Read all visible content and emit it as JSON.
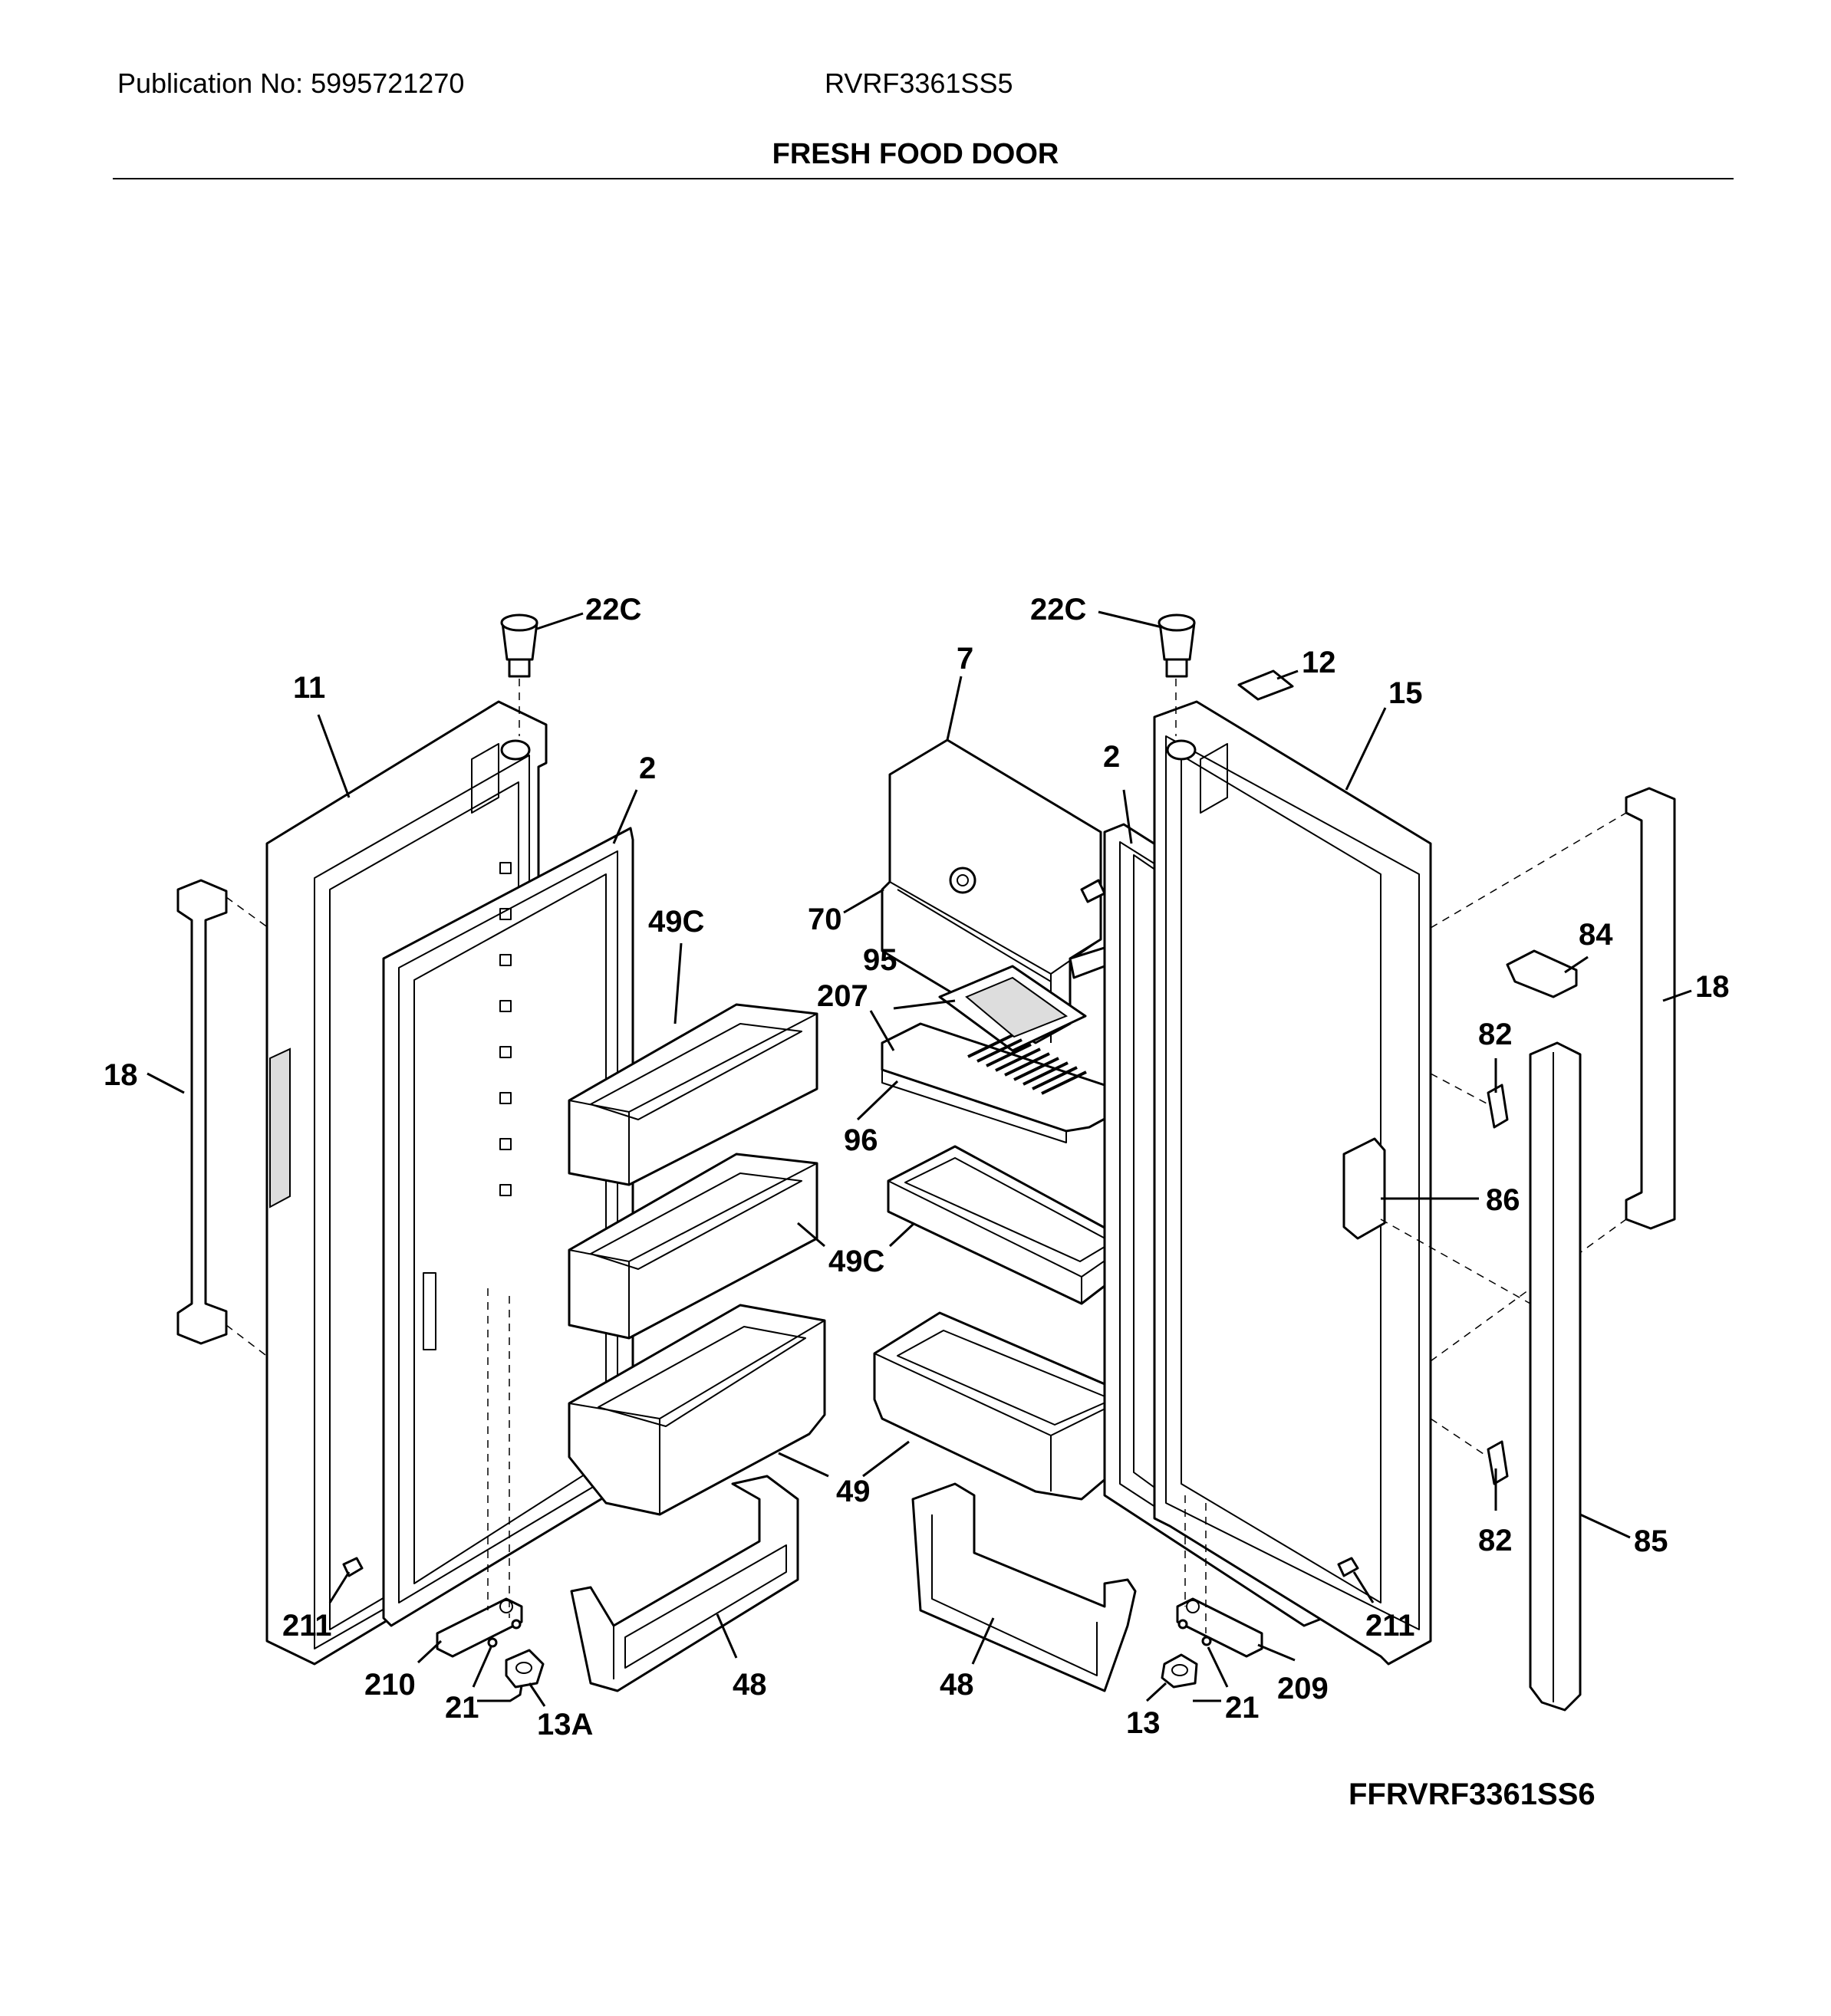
{
  "header": {
    "publication": "Publication No: 5995721270",
    "model": "RVRF3361SS5",
    "title": "FRESH FOOD DOOR"
  },
  "footer": {
    "diagram_code": "FFRVRF3361SS6"
  },
  "callouts": {
    "c22c_left": "22C",
    "c22c_right": "22C",
    "c11": "11",
    "c2_left": "2",
    "c2_right": "2",
    "c7": "7",
    "c12": "12",
    "c15": "15",
    "c70": "70",
    "c49c_top": "49C",
    "c95": "95",
    "c207": "207",
    "c84": "84",
    "c18_right": "18",
    "c82_top": "82",
    "c18_left": "18",
    "c96": "96",
    "c86": "86",
    "c49c_bottom": "49C",
    "c49": "49",
    "c82_bottom": "82",
    "c85": "85",
    "c211_left": "211",
    "c211_right": "211",
    "c210": "210",
    "c209": "209",
    "c48_left": "48",
    "c48_right": "48",
    "c21_left": "21",
    "c21_right": "21",
    "c13a": "13A",
    "c13": "13"
  }
}
